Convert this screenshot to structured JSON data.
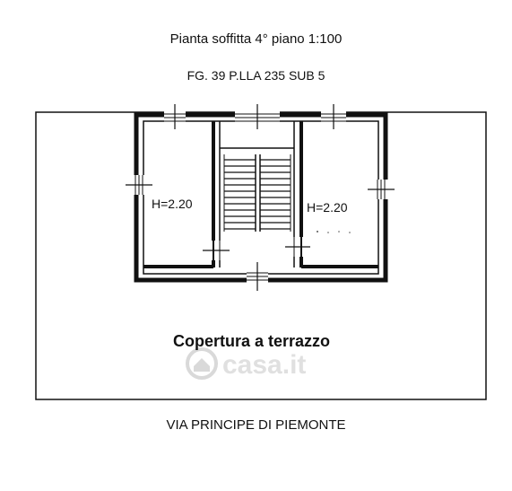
{
  "drawing": {
    "title": "Pianta soffitta 4° piano 1:100",
    "cadastral_ref": "FG. 39 P.LLA 235 SUB 5",
    "street_label": "VIA PRINCIPE DI PIEMONTE"
  },
  "rooms": {
    "left_height": "H=2.20",
    "right_height": "H=2.20"
  },
  "roof_label": "Copertura a terrazzo",
  "watermark": "casa.it",
  "colors": {
    "ink": "#111111",
    "watermark": "#d9d9d9",
    "background": "#ffffff"
  }
}
